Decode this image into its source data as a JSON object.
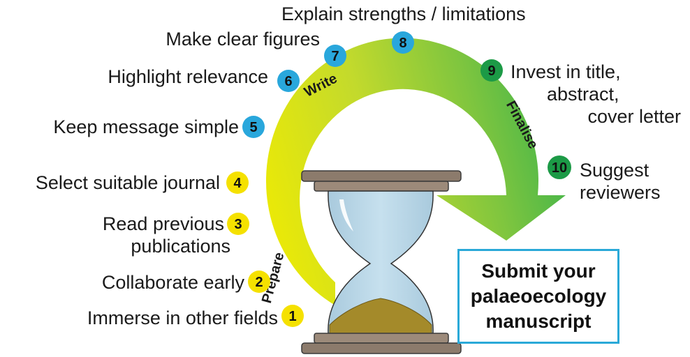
{
  "steps": [
    {
      "num": "1",
      "label": "Immerse in other fields",
      "phase": "prepare",
      "color": "#f5e100"
    },
    {
      "num": "2",
      "label": "Collaborate early",
      "phase": "prepare",
      "color": "#f5e100"
    },
    {
      "num": "3",
      "label": "Read previous publications",
      "line1": "Read previous",
      "line2": "publications",
      "phase": "prepare",
      "color": "#f5e100"
    },
    {
      "num": "4",
      "label": "Select suitable journal",
      "phase": "prepare",
      "color": "#f5e100"
    },
    {
      "num": "5",
      "label": "Keep message simple",
      "phase": "write",
      "color": "#29a7dc"
    },
    {
      "num": "6",
      "label": "Highlight relevance",
      "phase": "write",
      "color": "#29a7dc"
    },
    {
      "num": "7",
      "label": "Make clear figures",
      "phase": "write",
      "color": "#29a7dc"
    },
    {
      "num": "8",
      "label": "Explain strengths / limitations",
      "phase": "write",
      "color": "#29a7dc"
    },
    {
      "num": "9",
      "label": "Invest in title, abstract, cover letter",
      "line1": "Invest in title,",
      "line2": "abstract,",
      "line3": "cover letter",
      "phase": "finalise",
      "color": "#1c9a46"
    },
    {
      "num": "10",
      "label": "Suggest reviewers",
      "line1": "Suggest",
      "line2": "reviewers",
      "phase": "finalise",
      "color": "#1c9a46"
    }
  ],
  "phases": {
    "prepare": "Prepare",
    "write": "Write",
    "finalise": "Finalise"
  },
  "submit": {
    "line1": "Submit your",
    "line2": "palaeoecology",
    "line3": "manuscript"
  },
  "colors": {
    "arc_start": "#f2ec00",
    "arc_mid": "#b9d73a",
    "arc_end": "#4fb848",
    "box_border": "#2aa9d8",
    "glass": "#b5d3e3",
    "sand": "#a48a2a",
    "wood": "#8a7a6b"
  }
}
